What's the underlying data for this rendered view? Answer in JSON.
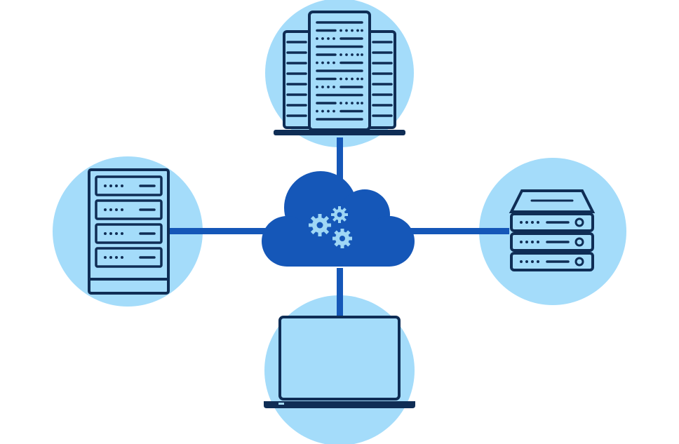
{
  "colors": {
    "background": "#ffffff",
    "node_circle": "#a4dcfa",
    "connector": "#1557b8",
    "cloud": "#1557b8",
    "gear": "#9fd7f5",
    "icon_outline": "#0f2d55",
    "icon_fill": "#a4dcfa"
  },
  "nodes": [
    {
      "id": "top",
      "icon": "data-center-icon",
      "position": "top"
    },
    {
      "id": "left",
      "icon": "server-rack-icon",
      "position": "left"
    },
    {
      "id": "right",
      "icon": "server-stack-icon",
      "position": "right"
    },
    {
      "id": "bottom",
      "icon": "laptop-icon",
      "position": "bottom"
    }
  ],
  "hub": {
    "icon": "cloud-gears-icon",
    "position": "center"
  }
}
